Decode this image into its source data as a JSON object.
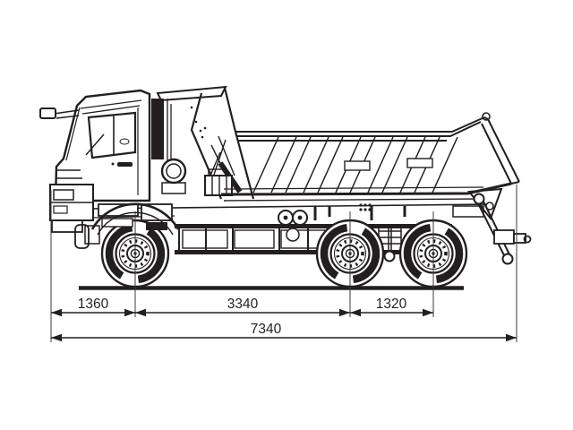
{
  "page": {
    "background": "#ffffff",
    "line_color": "#231f20"
  },
  "diagram": {
    "subject": "Dump truck side-view dimensional line drawing",
    "dimensions": {
      "front_overhang": "1360",
      "wheelbase": "3340",
      "rear_bogie_spacing": "1320",
      "overall_length": "7340"
    }
  }
}
